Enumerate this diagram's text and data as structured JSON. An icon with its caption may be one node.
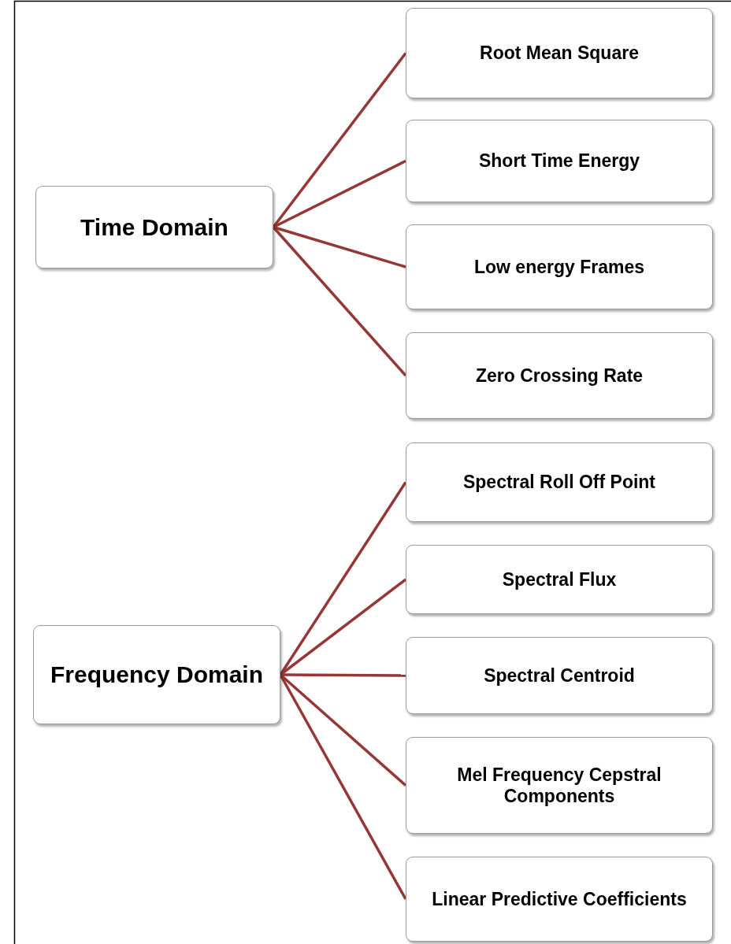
{
  "diagram": {
    "nodes": [
      {
        "text": [
          "Time Domain"
        ]
      },
      {
        "text": [
          "Root Mean Square"
        ]
      },
      {
        "text": [
          "Short Time Energy"
        ]
      },
      {
        "text": [
          "Low energy Frames"
        ]
      },
      {
        "text": [
          "Zero Crossing Rate"
        ]
      },
      {
        "text": [
          "Frequency Domain"
        ]
      },
      {
        "text": [
          "Spectral Roll Off Point"
        ]
      },
      {
        "text": [
          "Spectral Flux"
        ]
      },
      {
        "text": [
          "Spectral Centroid"
        ]
      },
      {
        "text": [
          "Mel Frequency Cepstral Components"
        ]
      },
      {
        "text": [
          "Linear Predictive Coefficients"
        ]
      }
    ],
    "edges": [
      {
        "from": 0,
        "to": 1,
        "arrow": "none"
      },
      {
        "from": 0,
        "to": 2,
        "arrow": "none"
      },
      {
        "from": 0,
        "to": 3,
        "arrow": "none"
      },
      {
        "from": 0,
        "to": 4,
        "arrow": "none"
      },
      {
        "from": 5,
        "to": 6,
        "arrow": "none"
      },
      {
        "from": 5,
        "to": 7,
        "arrow": "none"
      },
      {
        "from": 5,
        "to": 8,
        "arrow": "none"
      },
      {
        "from": 5,
        "to": 9,
        "arrow": "none"
      },
      {
        "from": 5,
        "to": 10,
        "arrow": "none"
      }
    ]
  }
}
